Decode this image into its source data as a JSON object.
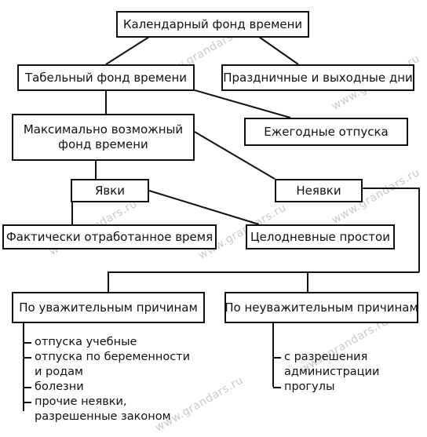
{
  "watermark": "www.grandars.ru",
  "nodes": {
    "calendar": "Календарный фонд времени",
    "tabel": "Табельный фонд времени",
    "holidays": "Праздничные и выходные дни",
    "maxfund_1": "Максимально возможный",
    "maxfund_2": "фонд времени",
    "annual_leave": "Ежегодные отпуска",
    "appearances": "Явки",
    "absences": "Неявки",
    "actual_worked": "Фактически отработанное время",
    "full_day_idle": "Целодневные простои",
    "valid_reasons": "По уважительным причинам",
    "invalid_reasons": "По неуважительным причинам"
  },
  "valid_list": [
    "отпуска учебные",
    "отпуска по беременности",
    "и родам",
    "болезни",
    "прочие неявки,",
    "разрешенные законом"
  ],
  "invalid_list": [
    "с разрешения",
    "администрации",
    "прогулы"
  ]
}
